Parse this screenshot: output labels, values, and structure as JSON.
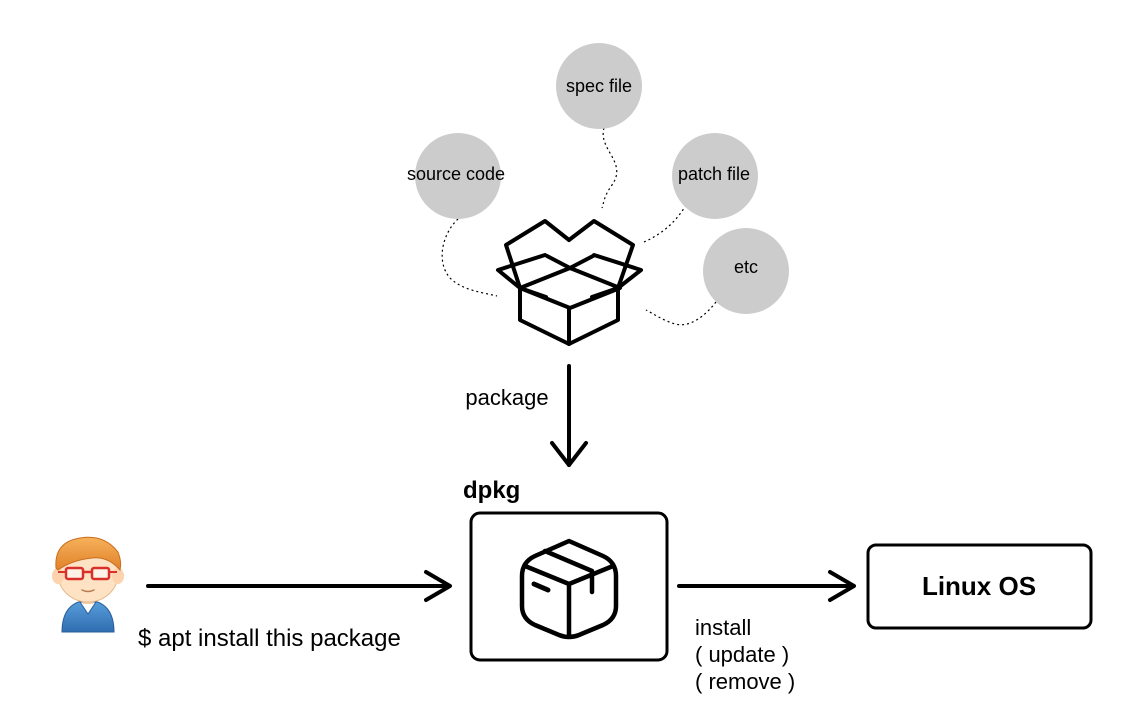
{
  "inputs": [
    {
      "label": "spec file"
    },
    {
      "label": "source code"
    },
    {
      "label": "patch file"
    },
    {
      "label": "etc"
    }
  ],
  "package_arrow_label": "package",
  "dpkg_label": "dpkg",
  "command": "$ apt install this package",
  "actions": [
    "install",
    "( update )",
    "( remove )"
  ],
  "target": {
    "label": "Linux OS"
  },
  "colors": {
    "bubble": "#cccccc",
    "line": "#000000",
    "user_shirt": "#3a7fc4",
    "user_hair": "#f29a3a",
    "user_skin": "#fde2c4",
    "user_glasses": "#d9302a"
  },
  "icons": {
    "open_box": "open-cardboard-box-icon",
    "package": "package-box-icon",
    "user": "user-avatar-icon"
  }
}
